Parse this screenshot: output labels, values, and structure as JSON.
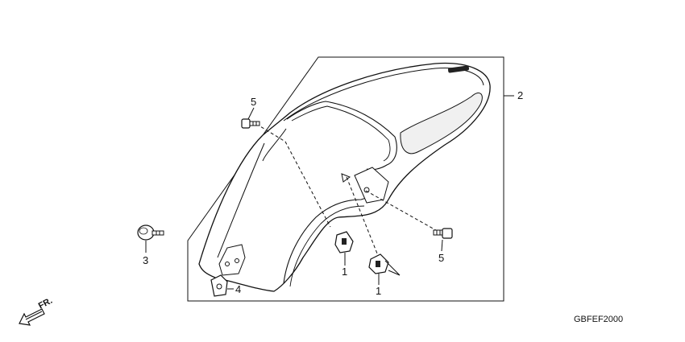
{
  "diagram": {
    "callouts": {
      "c1a": "1",
      "c1b": "1",
      "c2": "2",
      "c3": "3",
      "c4": "4",
      "c5a": "5",
      "c5b": "5"
    },
    "front_label": "FR.",
    "front_icon": "front-direction-arrow-icon",
    "part_code": "GBFEF2000",
    "colors": {
      "line": "#111111",
      "fender_fill": "#ffffff",
      "panel_fill": "#f0f0f0"
    }
  }
}
